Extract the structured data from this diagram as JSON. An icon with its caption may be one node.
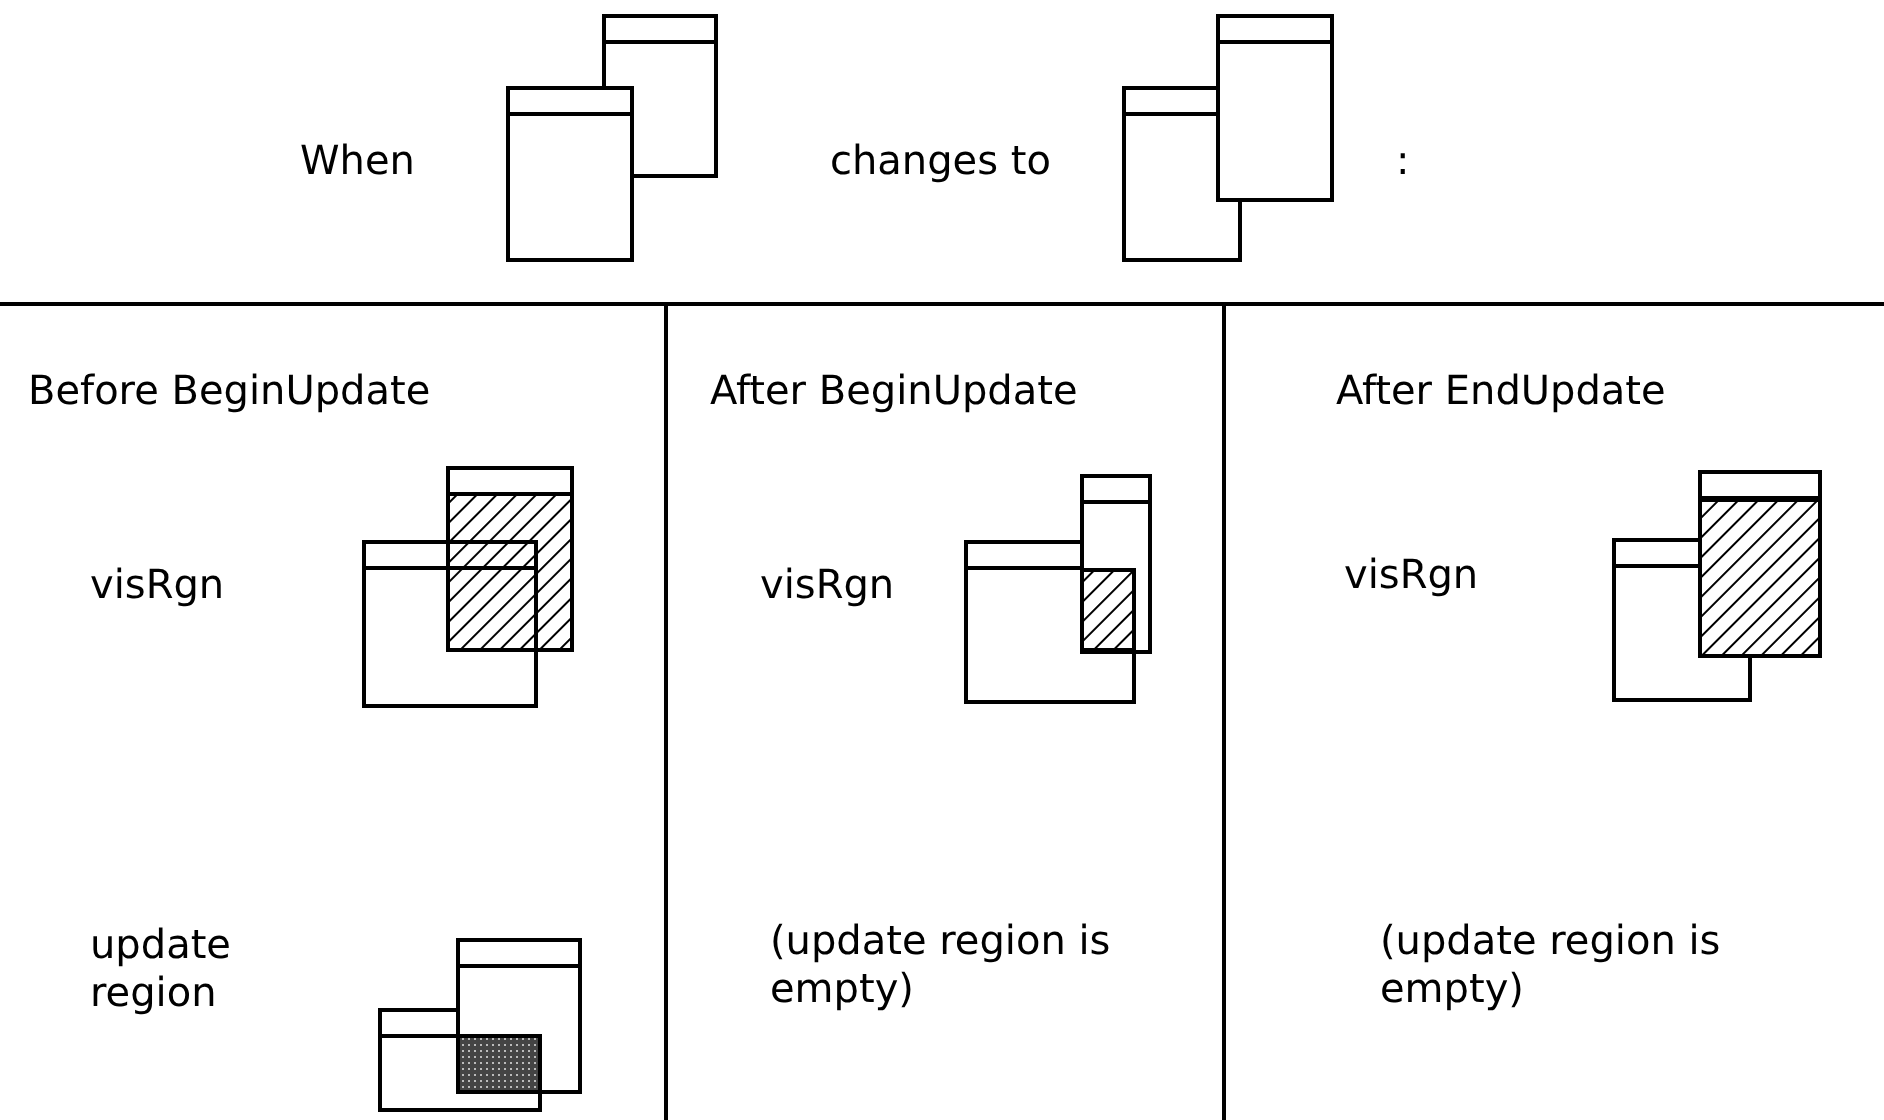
{
  "diagram": {
    "labels": [
      "When",
      "changes to",
      ":",
      "Before BeginUpdate",
      "After BeginUpdate",
      "After EndUpdate",
      "visRgn",
      "visRgn",
      "visRgn",
      "update region",
      "(update region is empty)",
      "(update region is empty)"
    ]
  }
}
